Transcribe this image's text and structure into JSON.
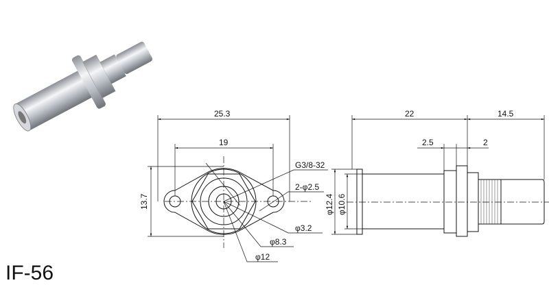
{
  "model": "IF-56",
  "front_view": {
    "overall_width": "25.3",
    "hole_spacing": "19",
    "height": "13.7",
    "thread": "G3/8-32",
    "mount_holes": "2-φ2.5",
    "inner_dia": "φ3.2",
    "mid_dia": "φ8.3",
    "outer_dia": "φ12"
  },
  "side_view": {
    "body_length": "22",
    "front_length": "14.5",
    "nut_width": "2.5",
    "flange_width": "2",
    "flange_dia": "φ12.4",
    "body_dia": "φ10.6"
  }
}
